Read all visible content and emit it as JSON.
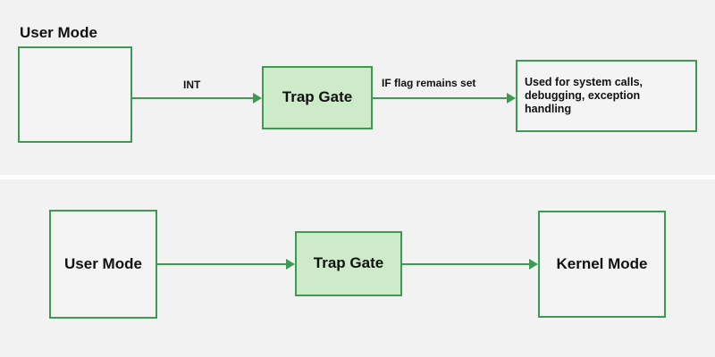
{
  "diagram": {
    "background_color": "#f2f2f2",
    "accent_color": "#3c9a53",
    "fill_color": "#cdebc9",
    "text_color": "#111111",
    "panels": [
      {
        "id": "top",
        "heading": "User Mode",
        "nodes": {
          "user_mode": "",
          "trap_gate": "Trap Gate",
          "description": "Used for system calls, debugging, exception handling"
        },
        "edges": [
          {
            "label": "INT"
          },
          {
            "label": "IF flag remains set"
          }
        ]
      },
      {
        "id": "bottom",
        "nodes": {
          "user_mode": "User Mode",
          "trap_gate": "Trap Gate",
          "kernel_mode": "Kernel Mode"
        },
        "edges": [
          {
            "label": ""
          },
          {
            "label": ""
          }
        ]
      }
    ]
  }
}
